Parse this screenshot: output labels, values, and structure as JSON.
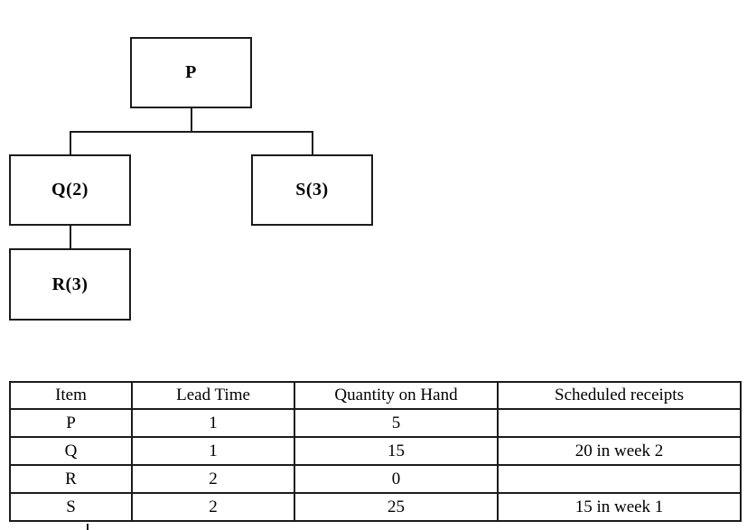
{
  "colors": {
    "line": "#1b1b1b",
    "background": "#ffffff",
    "text": "#000000"
  },
  "bom_tree": {
    "nodes": {
      "p": {
        "label": "P"
      },
      "q": {
        "label": "Q(2)"
      },
      "s": {
        "label": "S(3)"
      },
      "r": {
        "label": "R(3)"
      }
    },
    "edges": [
      {
        "from": "P",
        "to": "Q(2)"
      },
      {
        "from": "P",
        "to": "S(3)"
      },
      {
        "from": "Q(2)",
        "to": "R(3)"
      }
    ]
  },
  "inventory_table": {
    "headers": [
      "Item",
      "Lead Time",
      "Quantity on Hand",
      "Scheduled receipts"
    ],
    "rows": [
      {
        "item": "P",
        "lead_time": "1",
        "qty_on_hand": "5",
        "scheduled_receipts": ""
      },
      {
        "item": "Q",
        "lead_time": "1",
        "qty_on_hand": "15",
        "scheduled_receipts": "20 in week 2"
      },
      {
        "item": "R",
        "lead_time": "2",
        "qty_on_hand": "0",
        "scheduled_receipts": ""
      },
      {
        "item": "S",
        "lead_time": "2",
        "qty_on_hand": "25",
        "scheduled_receipts": "15 in week 1"
      }
    ]
  }
}
